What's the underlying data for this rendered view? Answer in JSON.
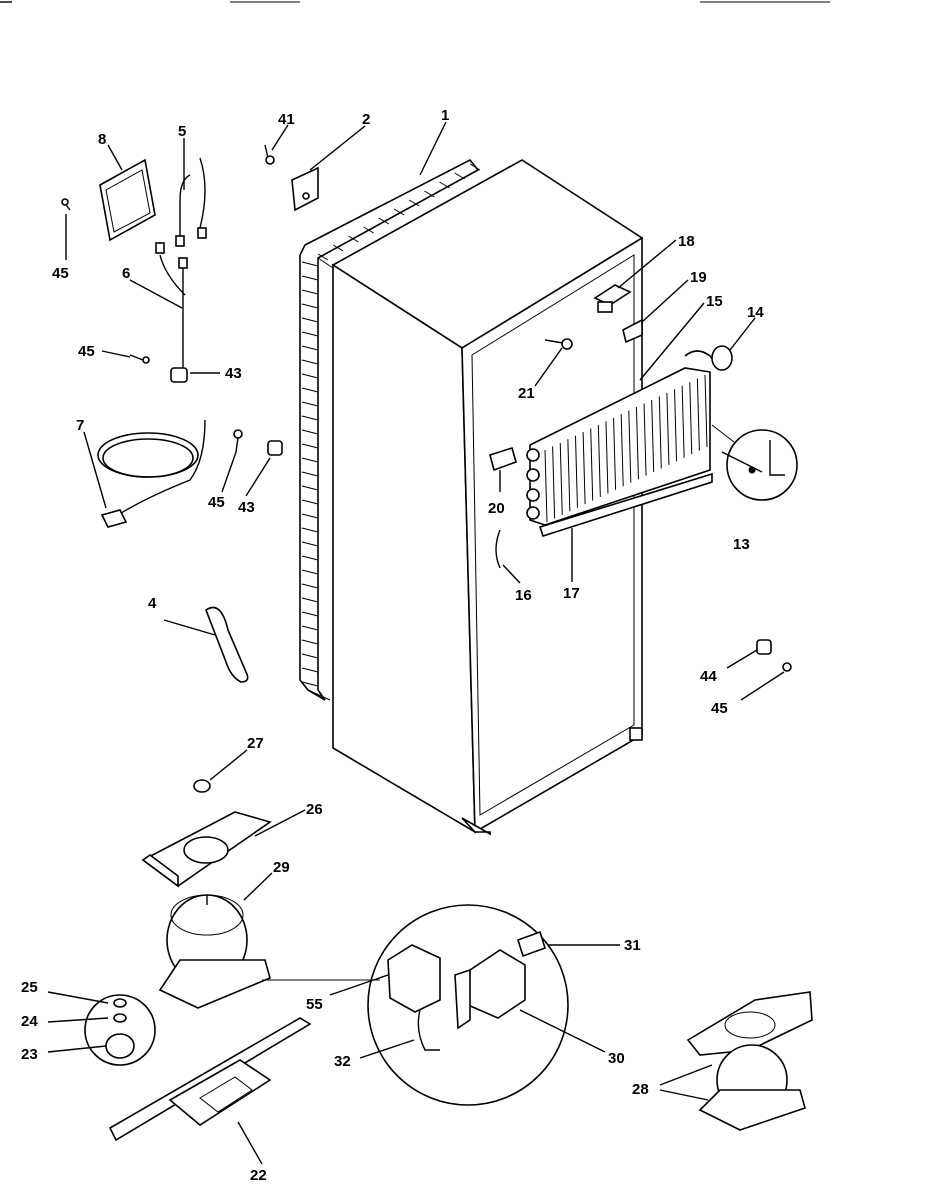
{
  "diagram": {
    "callouts": [
      {
        "id": "1",
        "label": "1"
      },
      {
        "id": "2",
        "label": "2"
      },
      {
        "id": "41",
        "label": "41"
      },
      {
        "id": "5",
        "label": "5"
      },
      {
        "id": "8",
        "label": "8"
      },
      {
        "id": "45a",
        "label": "45"
      },
      {
        "id": "6",
        "label": "6"
      },
      {
        "id": "45b",
        "label": "45"
      },
      {
        "id": "43a",
        "label": "43"
      },
      {
        "id": "7",
        "label": "7"
      },
      {
        "id": "45c",
        "label": "45"
      },
      {
        "id": "43b",
        "label": "43"
      },
      {
        "id": "18",
        "label": "18"
      },
      {
        "id": "19",
        "label": "19"
      },
      {
        "id": "15",
        "label": "15"
      },
      {
        "id": "14",
        "label": "14"
      },
      {
        "id": "21",
        "label": "21"
      },
      {
        "id": "20",
        "label": "20"
      },
      {
        "id": "16",
        "label": "16"
      },
      {
        "id": "17",
        "label": "17"
      },
      {
        "id": "13",
        "label": "13"
      },
      {
        "id": "4",
        "label": "4"
      },
      {
        "id": "44",
        "label": "44"
      },
      {
        "id": "45d",
        "label": "45"
      },
      {
        "id": "27",
        "label": "27"
      },
      {
        "id": "26",
        "label": "26"
      },
      {
        "id": "29",
        "label": "29"
      },
      {
        "id": "31",
        "label": "31"
      },
      {
        "id": "25",
        "label": "25"
      },
      {
        "id": "55",
        "label": "55"
      },
      {
        "id": "24",
        "label": "24"
      },
      {
        "id": "23",
        "label": "23"
      },
      {
        "id": "32",
        "label": "32"
      },
      {
        "id": "30",
        "label": "30"
      },
      {
        "id": "28",
        "label": "28"
      },
      {
        "id": "22",
        "label": "22"
      }
    ]
  }
}
